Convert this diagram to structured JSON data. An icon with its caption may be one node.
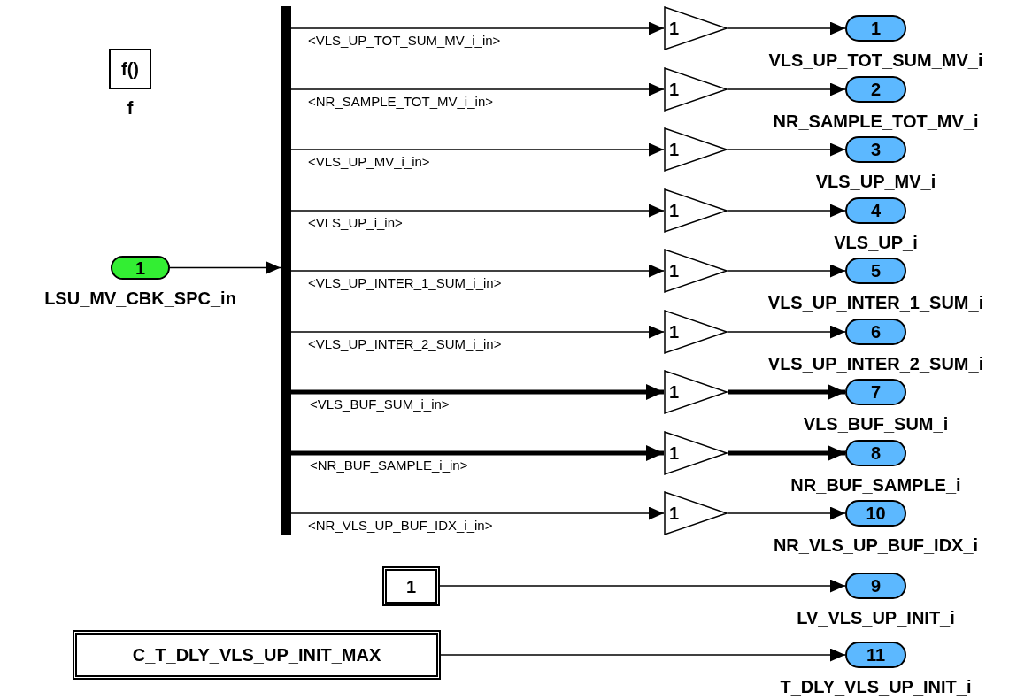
{
  "diagram": {
    "nodes": [
      {
        "text": [
          "f()"
        ],
        "beside": [
          "f"
        ]
      },
      {
        "text": [
          "1"
        ],
        "beside": [
          "LSU_MV_CBK_SPC_in"
        ]
      },
      {
        "text": [],
        "shape": "bar"
      },
      {
        "text": [
          "1"
        ]
      },
      {
        "text": [
          "1"
        ]
      },
      {
        "text": [
          "1"
        ]
      },
      {
        "text": [
          "1"
        ]
      },
      {
        "text": [
          "1"
        ]
      },
      {
        "text": [
          "1"
        ]
      },
      {
        "text": [
          "1"
        ]
      },
      {
        "text": [
          "1"
        ]
      },
      {
        "text": [
          "1"
        ]
      },
      {
        "text": [
          "1"
        ],
        "beside": [
          "VLS_UP_TOT_SUM_MV_i"
        ]
      },
      {
        "text": [
          "2"
        ],
        "beside": [
          "NR_SAMPLE_TOT_MV_i"
        ]
      },
      {
        "text": [
          "3"
        ],
        "beside": [
          "VLS_UP_MV_i"
        ]
      },
      {
        "text": [
          "4"
        ],
        "beside": [
          "VLS_UP_i"
        ]
      },
      {
        "text": [
          "5"
        ],
        "beside": [
          "VLS_UP_INTER_1_SUM_i"
        ]
      },
      {
        "text": [
          "6"
        ],
        "beside": [
          "VLS_UP_INTER_2_SUM_i"
        ]
      },
      {
        "text": [
          "7"
        ],
        "beside": [
          "VLS_BUF_SUM_i"
        ]
      },
      {
        "text": [
          "8"
        ],
        "beside": [
          "NR_BUF_SAMPLE_i"
        ]
      },
      {
        "text": [
          "10"
        ],
        "beside": [
          "NR_VLS_UP_BUF_IDX_i"
        ]
      },
      {
        "text": [
          "1"
        ]
      },
      {
        "text": [
          "9"
        ],
        "beside": [
          "LV_VLS_UP_INIT_i"
        ]
      },
      {
        "text": [
          "C_T_DLY_VLS_UP_INIT_MAX"
        ]
      },
      {
        "text": [
          "11"
        ],
        "beside": [
          "T_DLY_VLS_UP_INIT_i"
        ]
      }
    ],
    "edges": [
      {
        "from": 1,
        "to": 2,
        "arrow": "to"
      },
      {
        "from": 2,
        "to": 3,
        "arrow": "to",
        "label": "<VLS_UP_TOT_SUM_MV_i_in>"
      },
      {
        "from": 2,
        "to": 4,
        "arrow": "to",
        "label": "<NR_SAMPLE_TOT_MV_i_in>"
      },
      {
        "from": 2,
        "to": 5,
        "arrow": "to",
        "label": "<VLS_UP_MV_i_in>"
      },
      {
        "from": 2,
        "to": 6,
        "arrow": "to",
        "label": "<VLS_UP_i_in>"
      },
      {
        "from": 2,
        "to": 7,
        "arrow": "to",
        "label": "<VLS_UP_INTER_1_SUM_i_in>"
      },
      {
        "from": 2,
        "to": 8,
        "arrow": "to",
        "label": "<VLS_UP_INTER_2_SUM_i_in>"
      },
      {
        "from": 2,
        "to": 9,
        "arrow": "to",
        "label": "<VLS_BUF_SUM_i_in>",
        "style": "thick"
      },
      {
        "from": 2,
        "to": 10,
        "arrow": "to",
        "label": "<NR_BUF_SAMPLE_i_in>",
        "style": "thick"
      },
      {
        "from": 2,
        "to": 11,
        "arrow": "to",
        "label": "<NR_VLS_UP_BUF_IDX_i_in>"
      },
      {
        "from": 3,
        "to": 12,
        "arrow": "to"
      },
      {
        "from": 4,
        "to": 13,
        "arrow": "to"
      },
      {
        "from": 5,
        "to": 14,
        "arrow": "to"
      },
      {
        "from": 6,
        "to": 15,
        "arrow": "to"
      },
      {
        "from": 7,
        "to": 16,
        "arrow": "to"
      },
      {
        "from": 8,
        "to": 17,
        "arrow": "to"
      },
      {
        "from": 9,
        "to": 18,
        "arrow": "to",
        "style": "thick"
      },
      {
        "from": 10,
        "to": 19,
        "arrow": "to",
        "style": "thick"
      },
      {
        "from": 11,
        "to": 20,
        "arrow": "to"
      },
      {
        "from": 21,
        "to": 22,
        "arrow": "to"
      },
      {
        "from": 23,
        "to": 24,
        "arrow": "to"
      }
    ]
  }
}
